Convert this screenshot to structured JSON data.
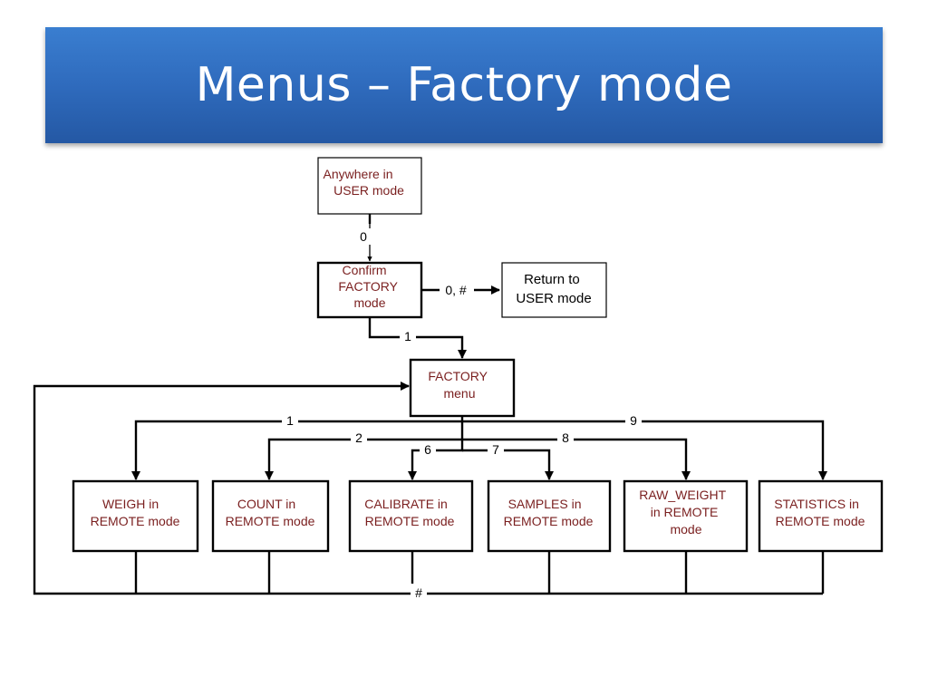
{
  "slide": {
    "title": "Menus – Factory mode"
  },
  "nodes": {
    "anywhere": [
      "Anywhere in",
      "USER mode"
    ],
    "confirm": [
      "Confirm",
      "FACTORY",
      "mode"
    ],
    "return": [
      "Return to",
      "USER mode"
    ],
    "factory": [
      "FACTORY",
      "menu"
    ],
    "weigh": [
      "WEIGH in",
      "REMOTE mode"
    ],
    "count": [
      "COUNT in",
      "REMOTE mode"
    ],
    "calibrate": [
      "CALIBRATE in",
      "REMOTE mode"
    ],
    "samples": [
      "SAMPLES in",
      "REMOTE mode"
    ],
    "raw_weight": [
      "RAW_WEIGHT",
      "in REMOTE",
      "mode"
    ],
    "statistics": [
      "STATISTICS in",
      "REMOTE mode"
    ]
  },
  "edges": {
    "anywhere_to_confirm": "0",
    "confirm_to_return": "0, #",
    "confirm_to_factory": "1",
    "to_weigh": "1",
    "to_count": "2",
    "to_calibrate": "6",
    "to_samples": "7",
    "to_raw_weight": "8",
    "to_statistics": "9",
    "back_to_factory": "#"
  },
  "colors": {
    "title_bar": "#2f6bbd",
    "title_text": "#ffffff",
    "node_text": "#7a1f1f"
  }
}
